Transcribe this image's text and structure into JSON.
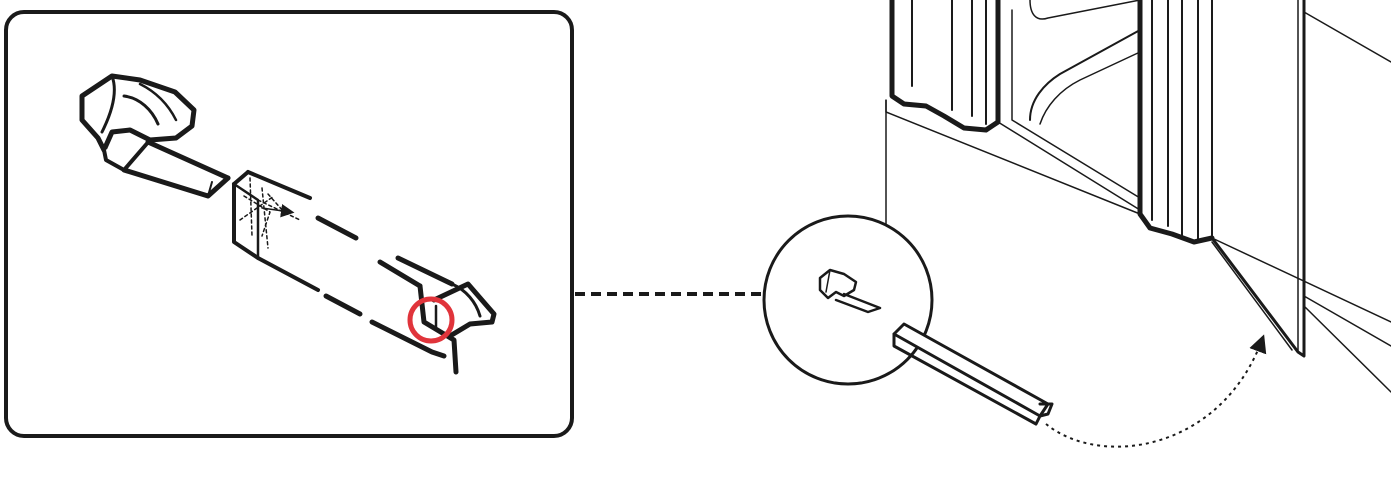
{
  "diagram": {
    "kind": "installation-illustration",
    "text_labels": [],
    "colors": {
      "ink": "#1a1a1a",
      "paper": "#ffffff",
      "highlight": "#e0343b"
    },
    "parts": {
      "detail_panel": "enlarged-detail-callout",
      "magnifier": "magnifier-circle",
      "clip": "hinge-clip-part",
      "bar": "rail-bar-part",
      "highlight": "highlight-ring",
      "motion": "install-direction-arrow",
      "fixture": "door-bottom-fixture"
    }
  }
}
